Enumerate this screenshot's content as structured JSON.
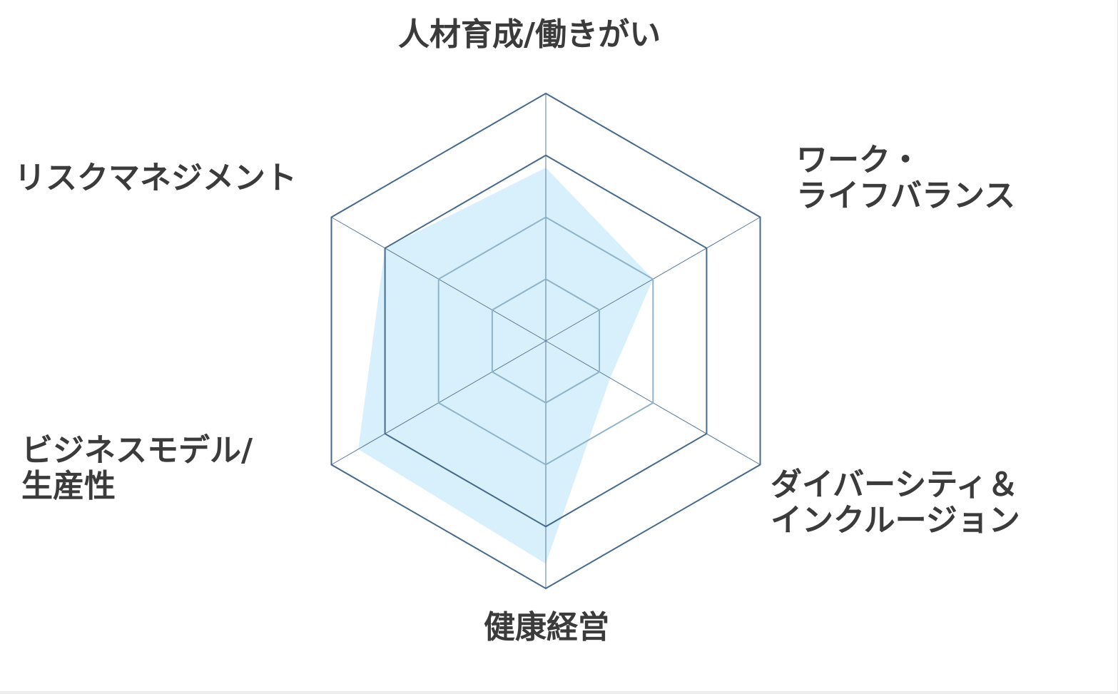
{
  "chart_data": {
    "type": "radar",
    "axes": [
      [
        "人材育成/働きがい"
      ],
      [
        "ワーク・",
        "ライフバランス"
      ],
      [
        "ダイバーシティ＆",
        "インクルージョン"
      ],
      [
        "健康経営"
      ],
      [
        "ビジネスモデル/",
        "生産性"
      ],
      [
        "リスクマネジメント"
      ]
    ],
    "rings": 4,
    "range": [
      0,
      4
    ],
    "series": [
      {
        "values": [
          2.8,
          2.0,
          1.2,
          3.6,
          3.5,
          3.0
        ]
      }
    ],
    "colors": {
      "fill": "#d7f0fc",
      "inner_grid": "#8fb3cb",
      "outer_grid": "#46698d",
      "spokes": "#5a7a98",
      "label": "#3b3b3b"
    }
  }
}
